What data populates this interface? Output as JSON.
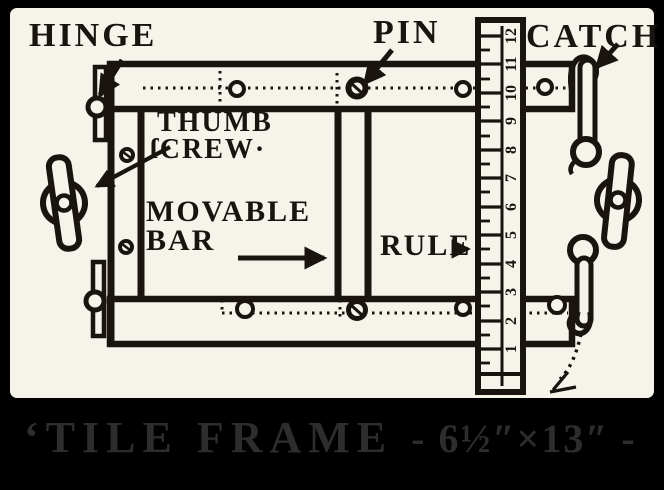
{
  "figure": {
    "labels": {
      "hinge": "HINGE",
      "pin": "PIN",
      "catch": "CATCH",
      "thumb_screw": [
        "THUMB",
        "ſCREW·"
      ],
      "movable_bar": [
        "MOVABLE",
        "BAR"
      ],
      "rule": "RULE"
    },
    "ruler_numbers": [
      "12",
      "11",
      "10",
      "9",
      "8",
      "7",
      "6",
      "5",
      "4",
      "3",
      "2",
      "1"
    ],
    "caption": {
      "title": "‘TILE FRAME",
      "size": "- 6½″×13″ -"
    },
    "colors": {
      "ink": "#191410",
      "paper": "#f6f3ea",
      "background": "#000000",
      "caption_ink": "#2d2d2d"
    }
  }
}
